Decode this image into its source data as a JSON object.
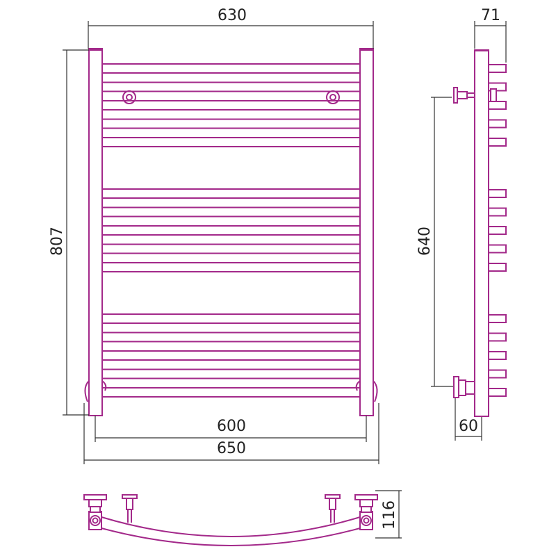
{
  "drawing": {
    "stroke_color": "#a3298a",
    "dimensions": {
      "top_width": "630",
      "height": "807",
      "inner_width": "600",
      "total_width": "650",
      "depth_top": "71",
      "mount_spacing": "640",
      "depth_bottom": "60",
      "bottom_depth": "116"
    }
  }
}
